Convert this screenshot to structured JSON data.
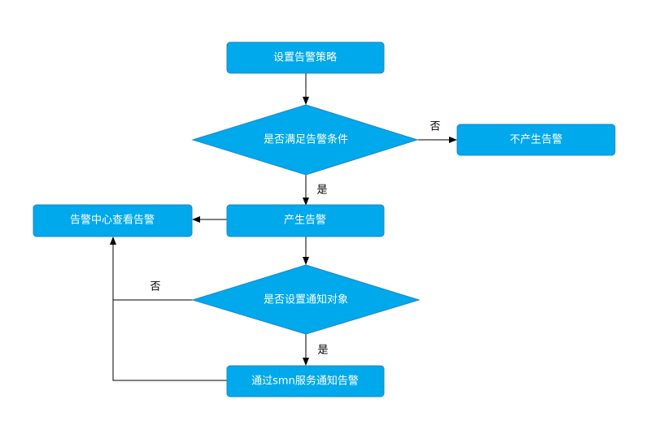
{
  "colors": {
    "node_fill": "#00A8EC",
    "node_stroke": "#1E88C8",
    "node_text": "#FFFFFF",
    "edge": "#000000",
    "background": "#FFFFFF"
  },
  "nodes": {
    "set_policy": "设置告警策略",
    "condition_met": "是否满足告警条件",
    "no_alarm": "不产生告警",
    "generate_alarm": "产生告警",
    "view_alarm_center": "告警中心查看告警",
    "notify_target_set": "是否设置通知对象",
    "notify_via_smn": "通过smn服务通知告警"
  },
  "edge_labels": {
    "condition_no": "否",
    "condition_yes": "是",
    "notify_no": "否",
    "notify_yes": "是"
  }
}
